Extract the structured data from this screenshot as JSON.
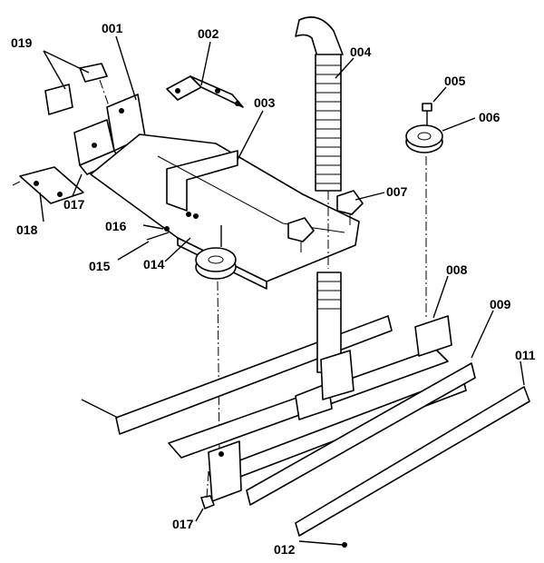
{
  "labels": {
    "p001": "001",
    "p002": "002",
    "p003": "003",
    "p004": "004",
    "p005": "005",
    "p006": "006",
    "p007": "007",
    "p008": "008",
    "p009": "009",
    "p011": "011",
    "p012": "012",
    "p014": "014",
    "p015": "015",
    "p016": "016",
    "p017a": "017",
    "p017b": "017",
    "p018": "018",
    "p019": "019"
  }
}
